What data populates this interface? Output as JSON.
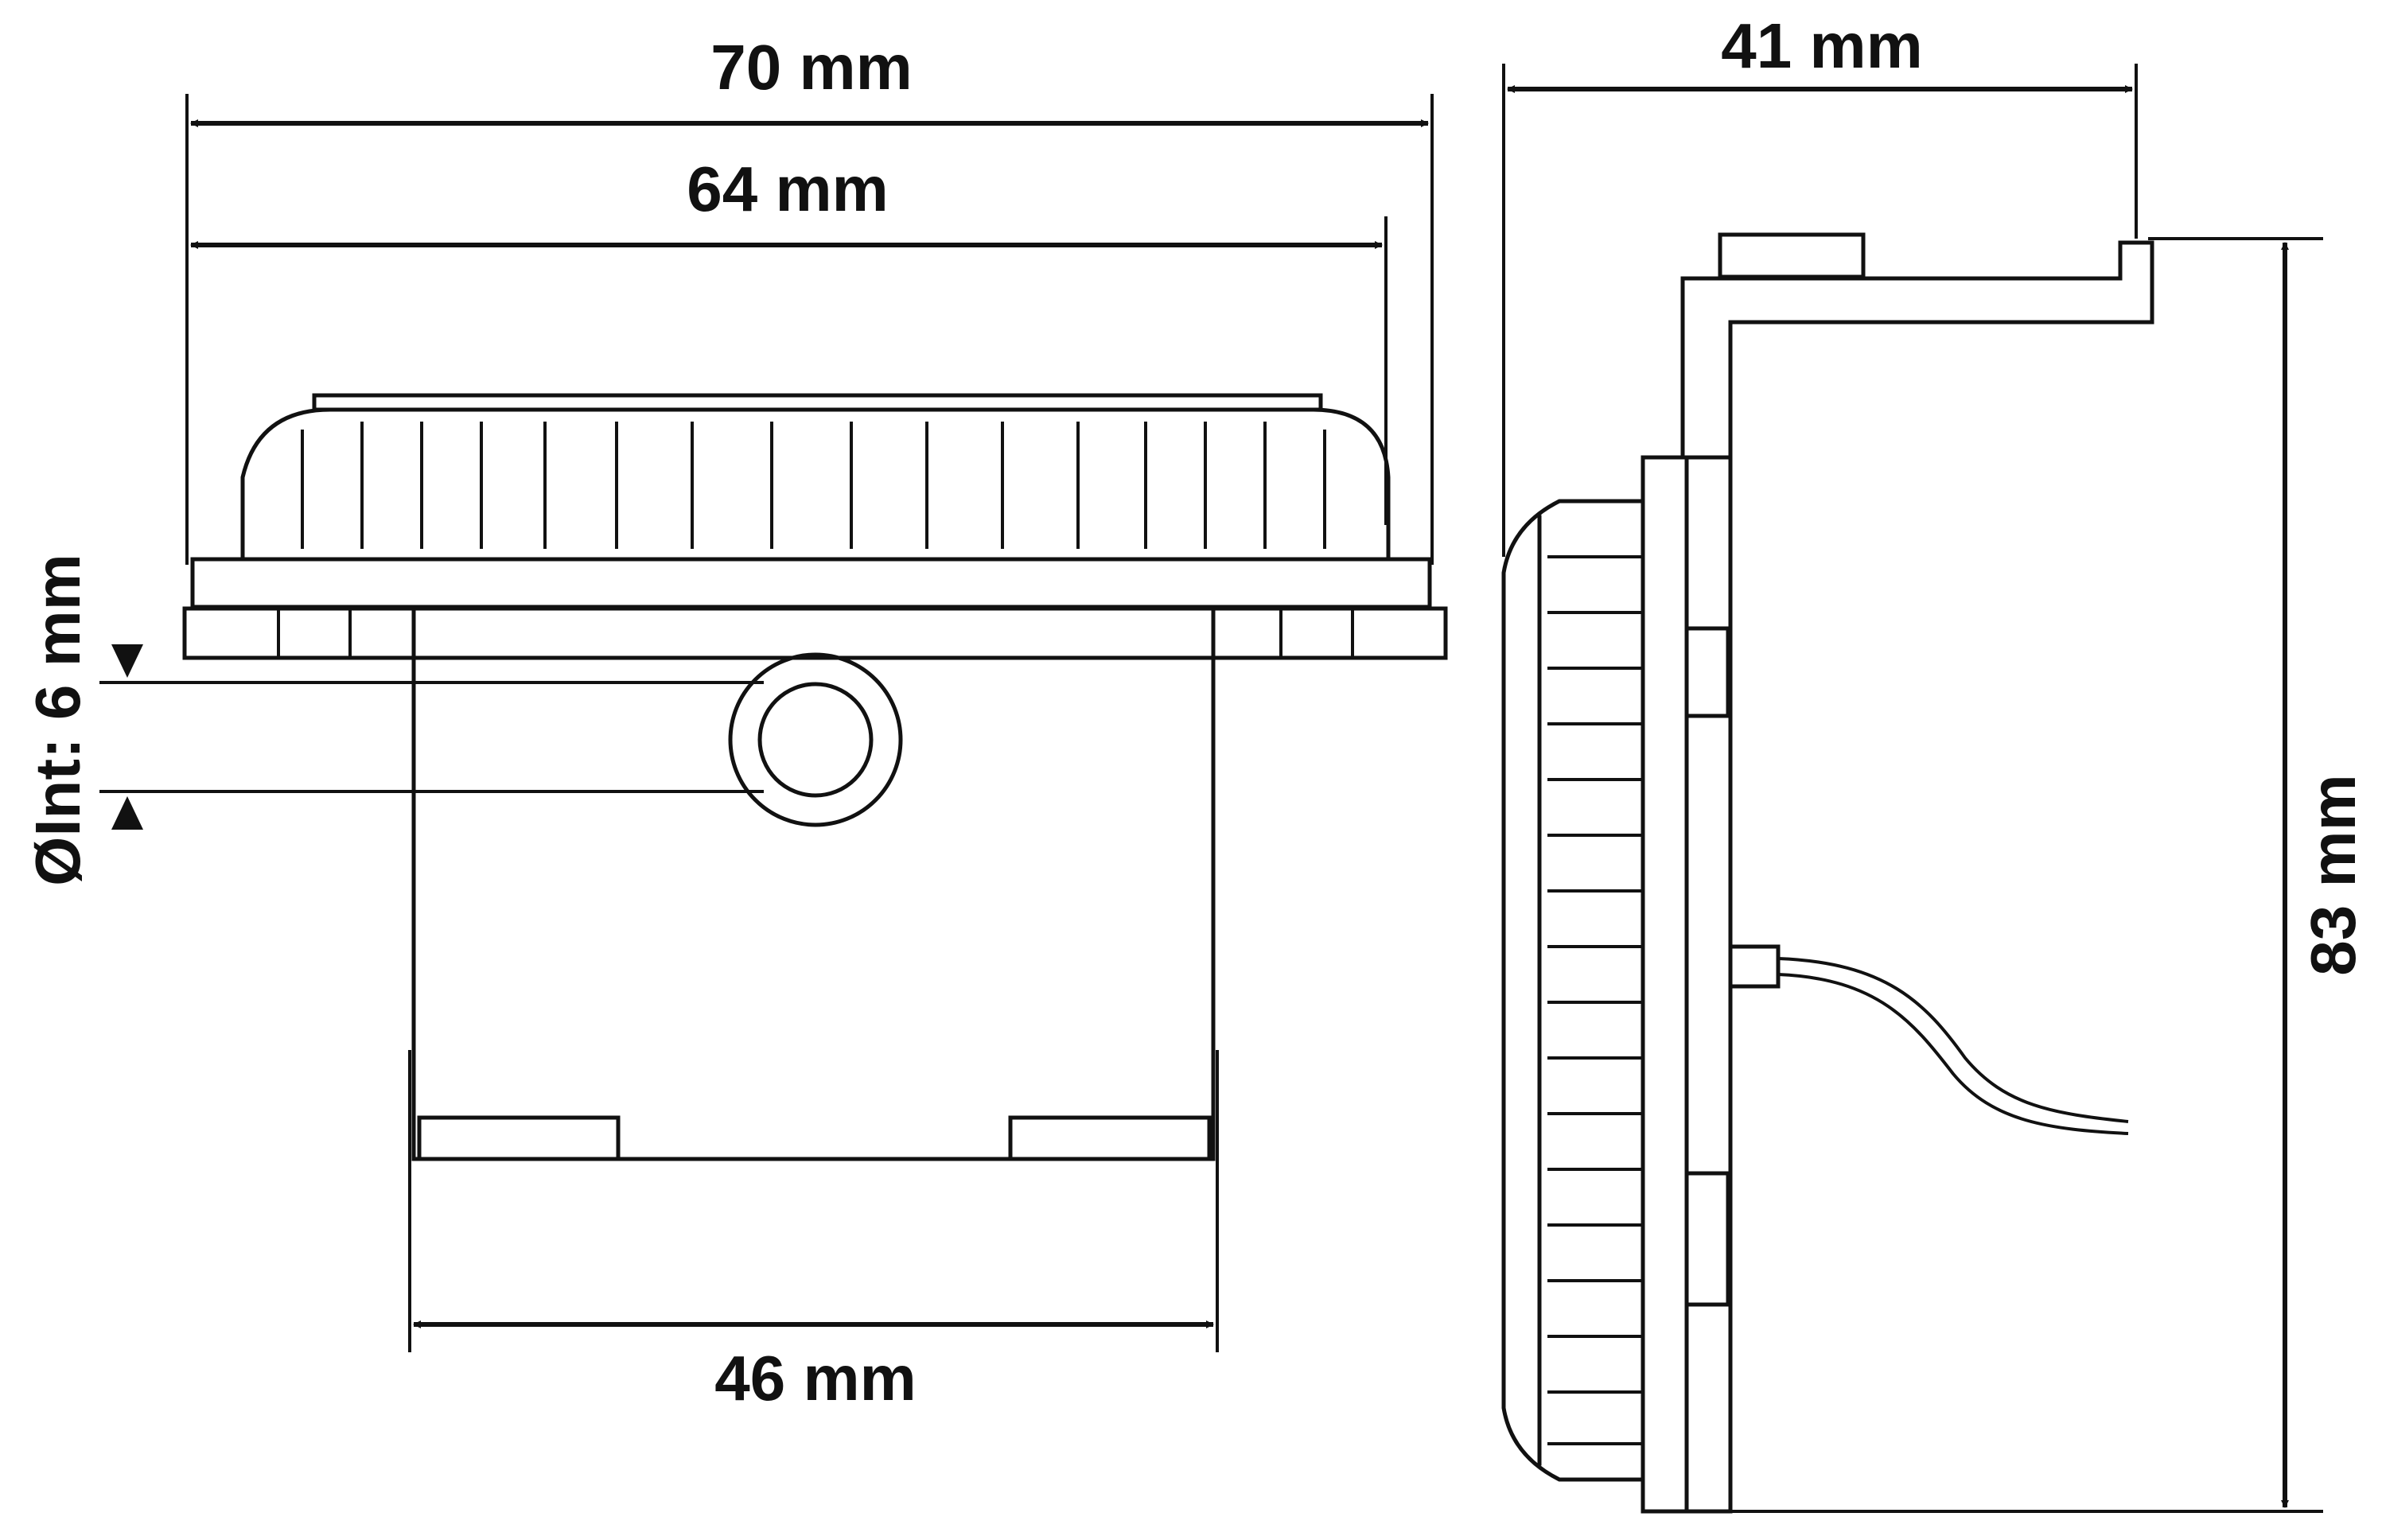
{
  "front_view": {
    "dim_top": "70 mm",
    "dim_second": "64 mm",
    "dim_bottom": "46 mm",
    "dim_hole": "ØInt: 6 mm"
  },
  "side_view": {
    "dim_depth": "41 mm",
    "dim_height": "83 mm"
  },
  "colors": {
    "line": "#111111",
    "background": "#ffffff"
  }
}
